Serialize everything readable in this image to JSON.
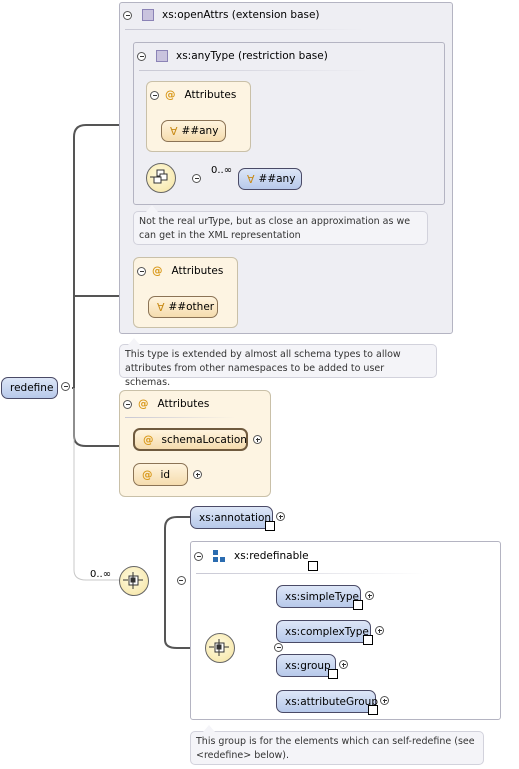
{
  "root": {
    "label": "redefine"
  },
  "open_attrs": {
    "label": "xs:openAttrs (extension base)"
  },
  "any_type": {
    "label": "xs:anyType (restriction base)",
    "attributes_label": "Attributes",
    "any_attr": "##any",
    "seq_multiplicity": "0..∞",
    "any_element": "##any",
    "note": "Not the real urType, but as close an approximation as we can get in the XML representation"
  },
  "open_attrs_attributes": {
    "label": "Attributes",
    "other_attr": "##other"
  },
  "open_attrs_note": "This type is extended by almost all schema types to allow attributes from other namespaces to be added to user schemas.",
  "redefine_attributes": {
    "label": "Attributes",
    "items": [
      "schemaLocation",
      "id"
    ]
  },
  "choice": {
    "multiplicity": "0..∞"
  },
  "annotation": {
    "label": "xs:annotation"
  },
  "redefinable": {
    "label": "xs:redefinable",
    "items": [
      "xs:simpleType",
      "xs:complexType",
      "xs:group",
      "xs:attributeGroup"
    ],
    "note": "This group is for the elements which can self-redefine (see <redefine> below)."
  },
  "icons": {
    "symbols": [
      "minus-icon",
      "plus-icon",
      "complex-type-icon",
      "attribute-at-icon",
      "any-wildcard-icon",
      "sequence-icon",
      "choice-icon",
      "group-icon",
      "reference-link-icon"
    ]
  }
}
